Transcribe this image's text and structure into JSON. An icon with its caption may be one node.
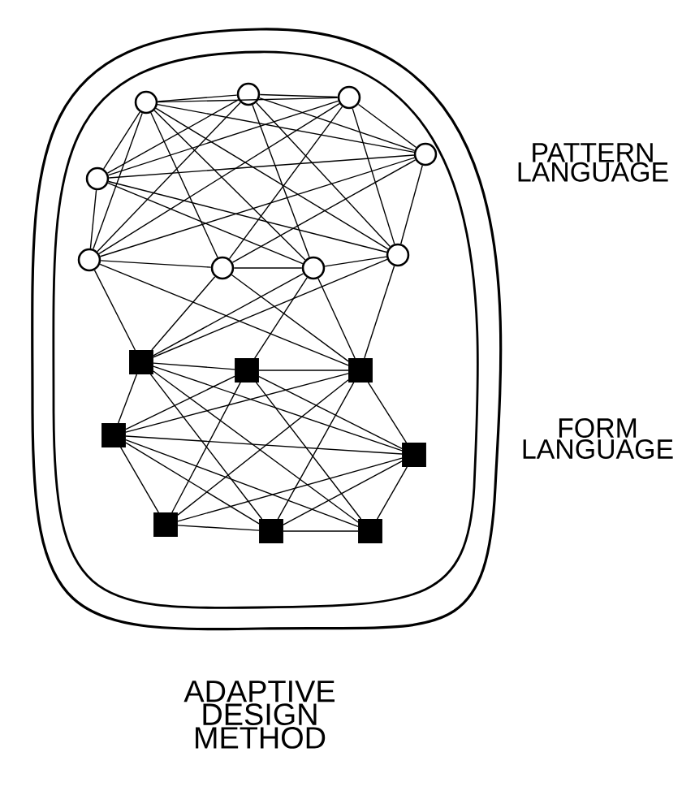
{
  "diagram": {
    "nodes": [
      {
        "text": [],
        "shape": "circle"
      },
      {
        "text": [],
        "shape": "circle"
      },
      {
        "text": [],
        "shape": "circle"
      },
      {
        "text": [],
        "shape": "circle"
      },
      {
        "text": [],
        "shape": "circle"
      },
      {
        "text": [],
        "shape": "circle"
      },
      {
        "text": [],
        "shape": "circle"
      },
      {
        "text": [],
        "shape": "circle"
      },
      {
        "text": [],
        "shape": "circle"
      },
      {
        "text": [],
        "shape": "box"
      },
      {
        "text": [],
        "shape": "box"
      },
      {
        "text": [],
        "shape": "box"
      },
      {
        "text": [],
        "shape": "box"
      },
      {
        "text": [],
        "shape": "box"
      },
      {
        "text": [],
        "shape": "box"
      },
      {
        "text": [],
        "shape": "box"
      },
      {
        "text": [],
        "shape": "box"
      }
    ],
    "edges": [
      {
        "from": 0,
        "to": 1,
        "arrow": "none"
      },
      {
        "from": 1,
        "to": 2,
        "arrow": "none"
      },
      {
        "from": 0,
        "to": 3,
        "arrow": "none"
      },
      {
        "from": 2,
        "to": 4,
        "arrow": "none"
      },
      {
        "from": 3,
        "to": 5,
        "arrow": "none"
      },
      {
        "from": 4,
        "to": 8,
        "arrow": "none"
      },
      {
        "from": 5,
        "to": 6,
        "arrow": "none"
      },
      {
        "from": 6,
        "to": 7,
        "arrow": "none"
      },
      {
        "from": 7,
        "to": 8,
        "arrow": "none"
      },
      {
        "from": 0,
        "to": 2,
        "arrow": "none"
      },
      {
        "from": 0,
        "to": 4,
        "arrow": "none"
      },
      {
        "from": 0,
        "to": 6,
        "arrow": "none"
      },
      {
        "from": 0,
        "to": 7,
        "arrow": "none"
      },
      {
        "from": 0,
        "to": 8,
        "arrow": "none"
      },
      {
        "from": 0,
        "to": 5,
        "arrow": "none"
      },
      {
        "from": 1,
        "to": 3,
        "arrow": "none"
      },
      {
        "from": 1,
        "to": 4,
        "arrow": "none"
      },
      {
        "from": 1,
        "to": 5,
        "arrow": "none"
      },
      {
        "from": 1,
        "to": 7,
        "arrow": "none"
      },
      {
        "from": 1,
        "to": 8,
        "arrow": "none"
      },
      {
        "from": 2,
        "to": 3,
        "arrow": "none"
      },
      {
        "from": 2,
        "to": 6,
        "arrow": "none"
      },
      {
        "from": 2,
        "to": 8,
        "arrow": "none"
      },
      {
        "from": 2,
        "to": 5,
        "arrow": "none"
      },
      {
        "from": 3,
        "to": 4,
        "arrow": "none"
      },
      {
        "from": 3,
        "to": 7,
        "arrow": "none"
      },
      {
        "from": 3,
        "to": 8,
        "arrow": "none"
      },
      {
        "from": 4,
        "to": 6,
        "arrow": "none"
      },
      {
        "from": 4,
        "to": 5,
        "arrow": "none"
      },
      {
        "from": 5,
        "to": 9,
        "arrow": "none"
      },
      {
        "from": 5,
        "to": 11,
        "arrow": "none"
      },
      {
        "from": 6,
        "to": 9,
        "arrow": "none"
      },
      {
        "from": 6,
        "to": 11,
        "arrow": "none"
      },
      {
        "from": 7,
        "to": 9,
        "arrow": "none"
      },
      {
        "from": 7,
        "to": 10,
        "arrow": "none"
      },
      {
        "from": 7,
        "to": 11,
        "arrow": "none"
      },
      {
        "from": 8,
        "to": 9,
        "arrow": "none"
      },
      {
        "from": 8,
        "to": 11,
        "arrow": "none"
      },
      {
        "from": 9,
        "to": 10,
        "arrow": "none"
      },
      {
        "from": 10,
        "to": 11,
        "arrow": "none"
      },
      {
        "from": 9,
        "to": 12,
        "arrow": "none"
      },
      {
        "from": 11,
        "to": 13,
        "arrow": "none"
      },
      {
        "from": 12,
        "to": 14,
        "arrow": "none"
      },
      {
        "from": 14,
        "to": 15,
        "arrow": "none"
      },
      {
        "from": 15,
        "to": 16,
        "arrow": "none"
      },
      {
        "from": 13,
        "to": 16,
        "arrow": "none"
      },
      {
        "from": 9,
        "to": 13,
        "arrow": "none"
      },
      {
        "from": 9,
        "to": 15,
        "arrow": "none"
      },
      {
        "from": 9,
        "to": 16,
        "arrow": "none"
      },
      {
        "from": 10,
        "to": 12,
        "arrow": "none"
      },
      {
        "from": 10,
        "to": 14,
        "arrow": "none"
      },
      {
        "from": 10,
        "to": 16,
        "arrow": "none"
      },
      {
        "from": 10,
        "to": 13,
        "arrow": "none"
      },
      {
        "from": 11,
        "to": 12,
        "arrow": "none"
      },
      {
        "from": 11,
        "to": 14,
        "arrow": "none"
      },
      {
        "from": 11,
        "to": 15,
        "arrow": "none"
      },
      {
        "from": 12,
        "to": 13,
        "arrow": "none"
      },
      {
        "from": 12,
        "to": 15,
        "arrow": "none"
      },
      {
        "from": 12,
        "to": 16,
        "arrow": "none"
      },
      {
        "from": 13,
        "to": 14,
        "arrow": "none"
      },
      {
        "from": 13,
        "to": 15,
        "arrow": "none"
      }
    ],
    "labels": [
      "PATTERN LANGUAGE",
      "FORM LANGUAGE",
      "ADAPTIVE DESIGN METHOD"
    ]
  }
}
